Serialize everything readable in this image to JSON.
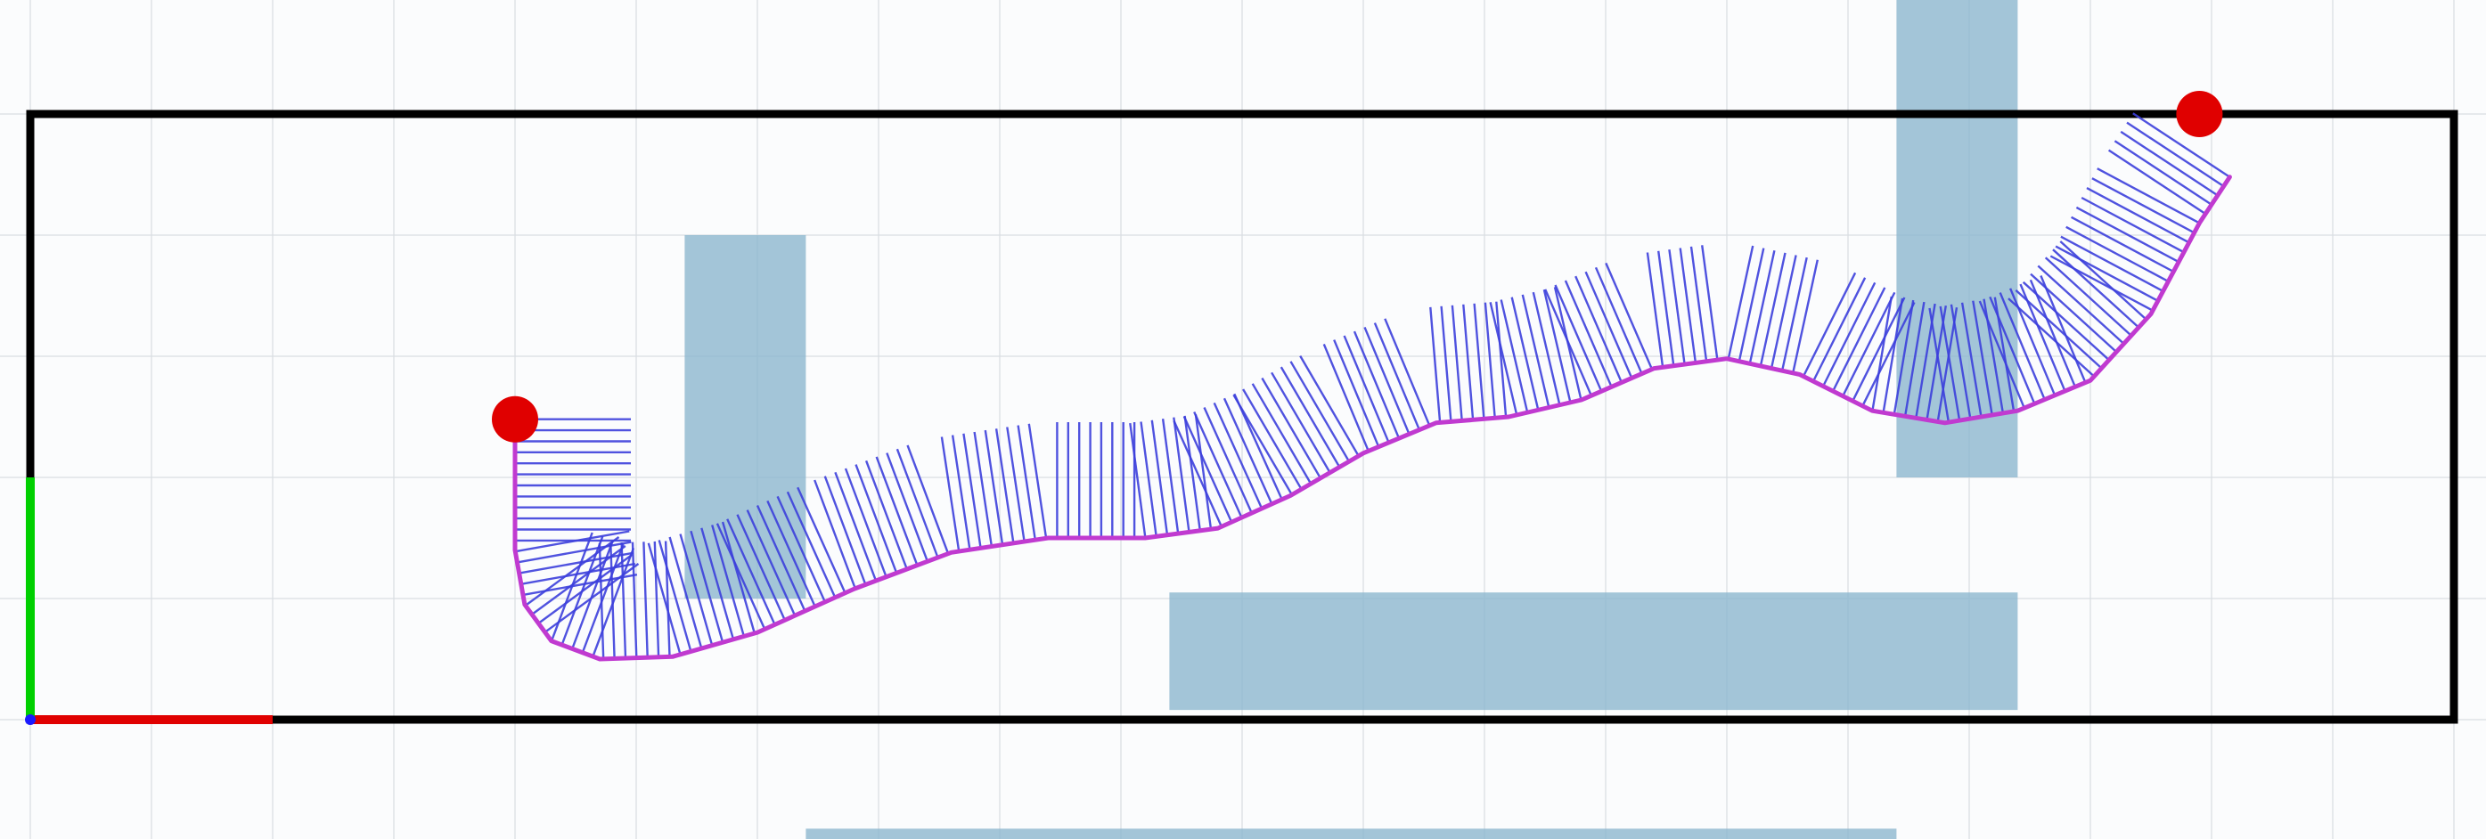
{
  "colors": {
    "background": "#fbfcfd",
    "grid": "#d9dde2",
    "boundary": "#000000",
    "obstacle": "#8fb8cf",
    "path": "#c03ad0",
    "samples": "#3c3fdc",
    "endpoint": "#e00000",
    "axis_x": "#e00000",
    "axis_y": "#00d000",
    "origin": "#1a1aff"
  },
  "scene": {
    "grid_spacing_units": 1,
    "x_range": [
      -0.25,
      20.25
    ],
    "y_range": [
      -1.0,
      5.9
    ],
    "boundary": {
      "x": [
        0,
        20
      ],
      "y": [
        0,
        5
      ]
    },
    "obstacles": [
      {
        "x": [
          5.4,
          6.4
        ],
        "y": [
          1.0,
          4.0
        ]
      },
      {
        "x": [
          9.4,
          16.4
        ],
        "y": [
          0.08,
          1.05
        ]
      },
      {
        "x": [
          15.4,
          16.4
        ],
        "y": [
          2.0,
          5.95
        ]
      },
      {
        "x": [
          6.4,
          15.4
        ],
        "y": [
          -1.0,
          -0.9
        ]
      }
    ],
    "path_points": [
      [
        4.0,
        2.48
      ],
      [
        4.0,
        1.4
      ],
      [
        4.08,
        0.95
      ],
      [
        4.3,
        0.65
      ],
      [
        4.7,
        0.5
      ],
      [
        5.3,
        0.52
      ],
      [
        6.0,
        0.72
      ],
      [
        6.8,
        1.08
      ],
      [
        7.6,
        1.38
      ],
      [
        8.4,
        1.5
      ],
      [
        9.2,
        1.5
      ],
      [
        9.8,
        1.58
      ],
      [
        10.4,
        1.85
      ],
      [
        11.0,
        2.2
      ],
      [
        11.6,
        2.45
      ],
      [
        12.2,
        2.5
      ],
      [
        12.8,
        2.64
      ],
      [
        13.4,
        2.9
      ],
      [
        14.0,
        2.98
      ],
      [
        14.6,
        2.85
      ],
      [
        15.2,
        2.55
      ],
      [
        15.8,
        2.45
      ],
      [
        16.4,
        2.55
      ],
      [
        17.0,
        2.8
      ],
      [
        17.5,
        3.35
      ],
      [
        17.9,
        4.1
      ],
      [
        18.15,
        4.48
      ]
    ],
    "start": [
      4.0,
      2.48
    ],
    "goal": [
      17.9,
      5.0
    ],
    "axis_length": 2
  }
}
